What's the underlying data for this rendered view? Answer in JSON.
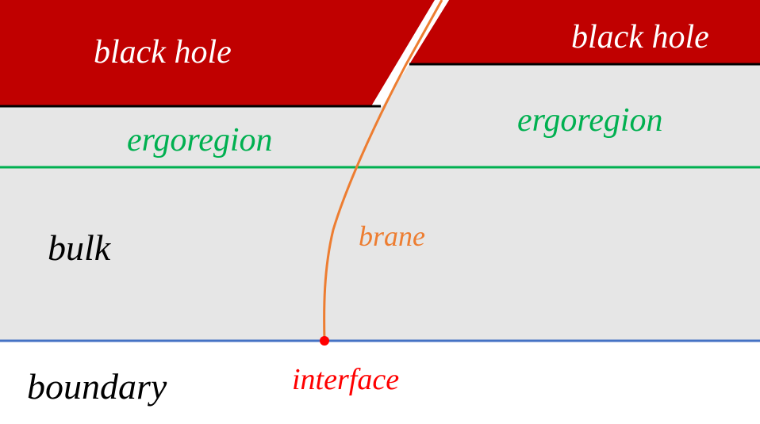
{
  "labels": {
    "black_hole_left": "black hole",
    "black_hole_right": "black hole",
    "ergoregion_left": "ergoregion",
    "ergoregion_right": "ergoregion",
    "bulk": "bulk",
    "brane": "brane",
    "boundary": "boundary",
    "interface": "interface"
  },
  "colors": {
    "black_hole": "#c00000",
    "bulk_region": "#e6e6e6",
    "ergosurface": "#00b050",
    "horizon": "#000000",
    "brane": "#ed7d31",
    "boundary_line": "#4472c4",
    "interface_point": "#ff0000",
    "background": "#ffffff",
    "label_dark": "#000000",
    "label_light": "#ffffff"
  }
}
